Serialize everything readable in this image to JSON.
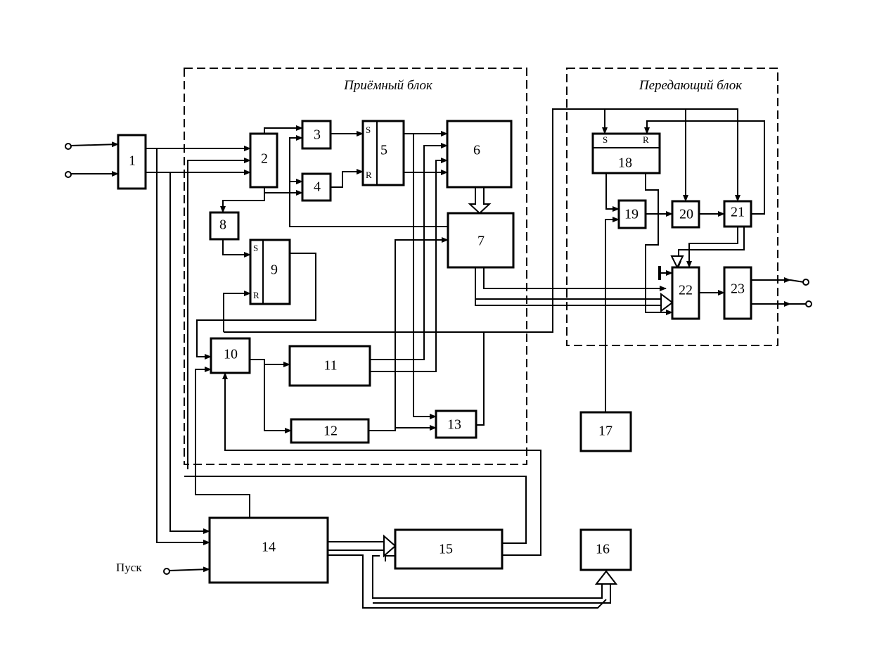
{
  "groups": {
    "receiver": {
      "title": "Приёмный блок"
    },
    "transmitter": {
      "title": "Передающий блок"
    }
  },
  "blocks": {
    "b1": "1",
    "b2": "2",
    "b3": "3",
    "b4": "4",
    "b5": "5",
    "b6": "6",
    "b7": "7",
    "b8": "8",
    "b9": "9",
    "b10": "10",
    "b11": "11",
    "b12": "12",
    "b13": "13",
    "b14": "14",
    "b15": "15",
    "b16": "16",
    "b17": "17",
    "b18": "18",
    "b19": "19",
    "b20": "20",
    "b21": "21",
    "b22": "22",
    "b23": "23"
  },
  "pins": {
    "set": "S",
    "reset": "R"
  },
  "inputs": {
    "start": "Пуск"
  }
}
